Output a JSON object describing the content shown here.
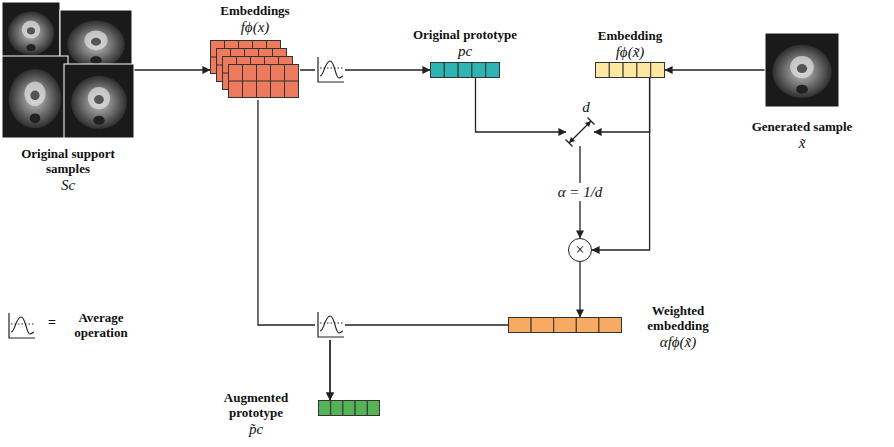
{
  "diagram": {
    "nodes": [
      {
        "text": [
          "Original support samples",
          "Sc"
        ]
      },
      {
        "text": [
          "Embeddings",
          "fϕ(x)"
        ]
      },
      {
        "text": [
          "Original prototype",
          "pc"
        ]
      },
      {
        "text": [
          "Embedding",
          "fϕ(x̃)"
        ]
      },
      {
        "text": [
          "Generated sample",
          "x̃"
        ]
      },
      {
        "text": [
          "d"
        ]
      },
      {
        "text": [
          "×"
        ]
      },
      {
        "text": [
          "Weighted embedding",
          "αfϕ(x̃)"
        ]
      },
      {
        "text": [
          "Augmented prototype",
          "p̃c"
        ]
      }
    ],
    "edges": [
      {
        "from": 0,
        "to": 1,
        "arrow": "to"
      },
      {
        "from": 1,
        "to": 2,
        "arrow": "to"
      },
      {
        "from": 4,
        "to": 3,
        "arrow": "to"
      },
      {
        "from": 2,
        "to": 5,
        "arrow": "to"
      },
      {
        "from": 3,
        "to": 5,
        "arrow": "to"
      },
      {
        "from": 5,
        "to": 6,
        "label": "α = 1/d",
        "arrow": "to"
      },
      {
        "from": 3,
        "to": 6,
        "arrow": "to"
      },
      {
        "from": 6,
        "to": 7,
        "arrow": "to"
      },
      {
        "from": 7,
        "to": 8,
        "arrow": "to"
      },
      {
        "from": 1,
        "to": 8,
        "arrow": "to"
      }
    ],
    "labels": [
      "="
    ],
    "legend": [
      {
        "text": "Average operation"
      }
    ]
  }
}
